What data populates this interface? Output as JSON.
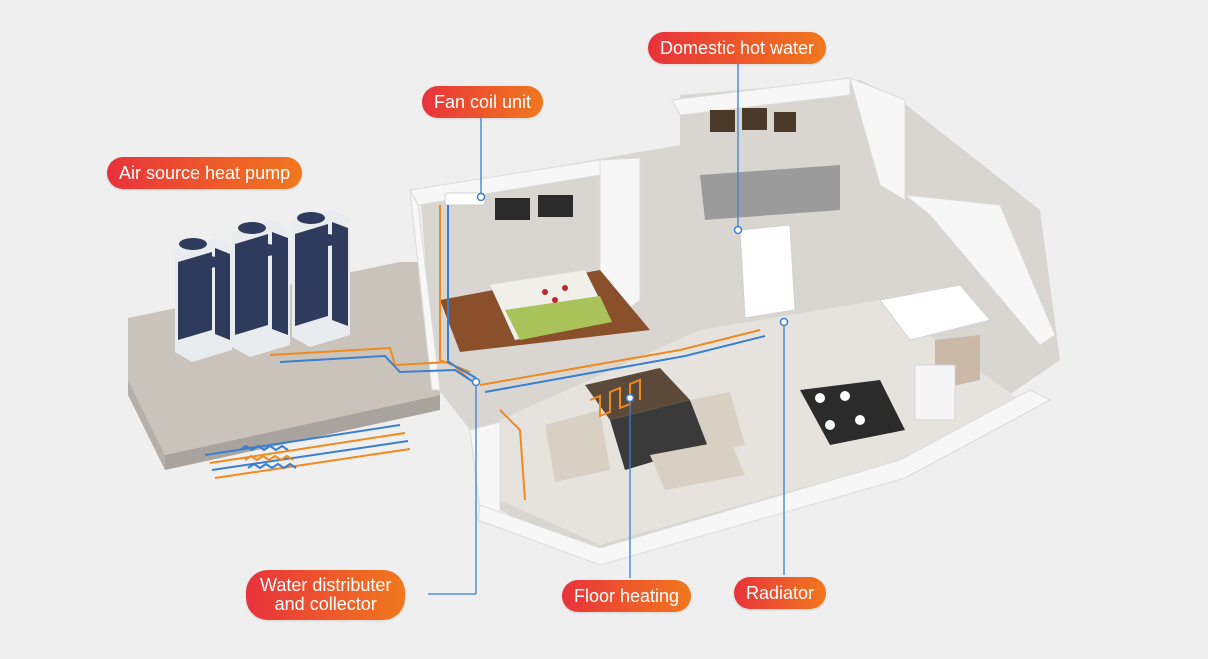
{
  "labels": {
    "heat_pump": "Air source heat pump",
    "fan_coil": "Fan coil unit",
    "hot_water": "Domestic hot water",
    "distributor_line1": "Water distributer",
    "distributor_line2": "and collector",
    "floor_heating": "Floor heating",
    "radiator": "Radiator"
  },
  "colors": {
    "background": "#efefef",
    "label_gradient_start": "#e8323c",
    "label_gradient_end": "#f0781e",
    "pipe_blue": "#3b7fd0",
    "pipe_orange": "#f08a1e",
    "unit_panel": "#2f3b5c"
  }
}
